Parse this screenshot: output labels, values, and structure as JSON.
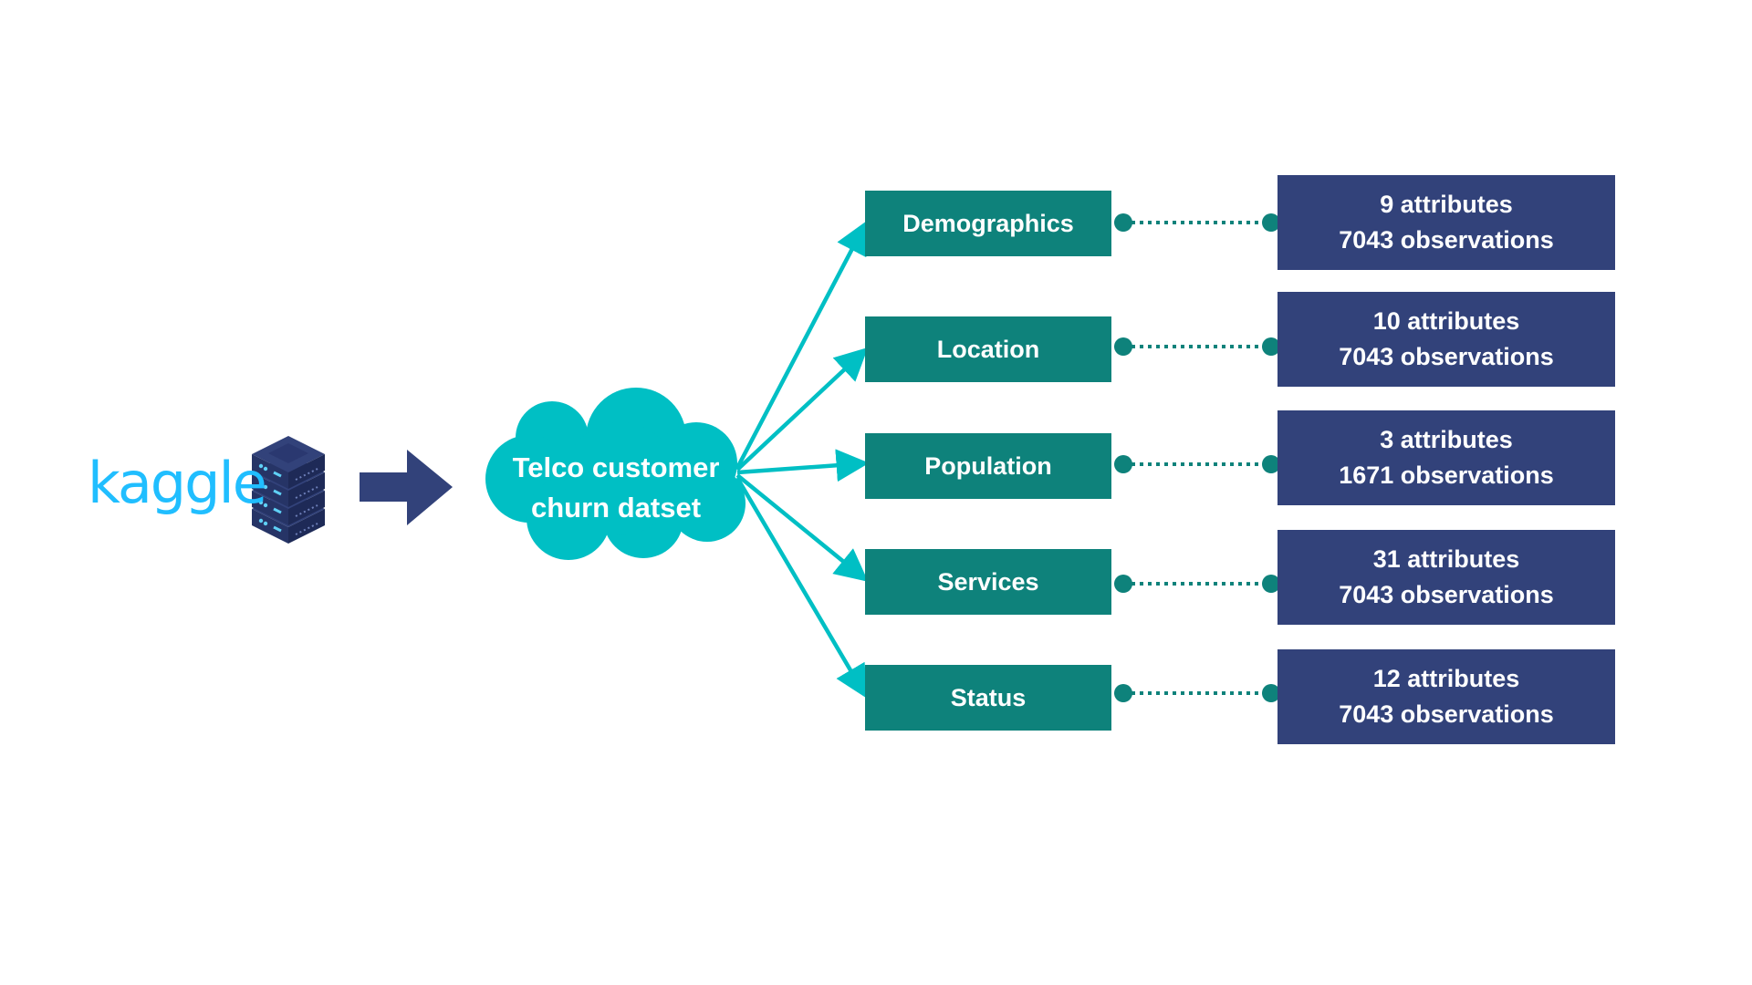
{
  "source": {
    "logo_text": "kaggle",
    "logo_color": "#20BEFF",
    "database_icon": "server-stack-icon",
    "flow_arrow_icon": "right-arrow-icon"
  },
  "dataset": {
    "line1": "Telco customer",
    "line2": "churn datset",
    "color": "#00BFC4"
  },
  "colors": {
    "category_fill": "#0E827B",
    "info_fill": "#32427A",
    "arrow": "#00BFC4",
    "connector": "#0E827B",
    "flow_arrow": "#32427A"
  },
  "categories": [
    {
      "name": "Demographics",
      "attributes": "9 attributes",
      "observations": "7043 observations"
    },
    {
      "name": "Location",
      "attributes": "10 attributes",
      "observations": "7043 observations"
    },
    {
      "name": "Population",
      "attributes": "3 attributes",
      "observations": "1671 observations"
    },
    {
      "name": "Services",
      "attributes": "31 attributes",
      "observations": "7043 observations"
    },
    {
      "name": "Status",
      "attributes": "12 attributes",
      "observations": "7043 observations"
    }
  ]
}
